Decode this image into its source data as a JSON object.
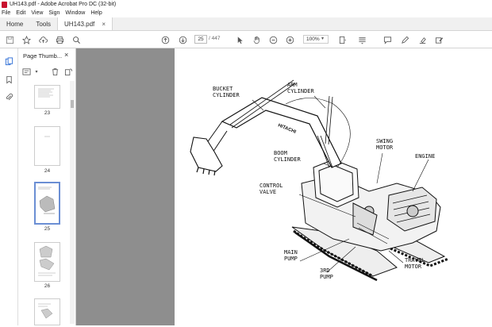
{
  "window": {
    "title": "UH143.pdf - Adobe Acrobat Pro DC (32-bit)"
  },
  "menu": [
    "File",
    "Edit",
    "View",
    "Sign",
    "Window",
    "Help"
  ],
  "tabs": {
    "home": "Home",
    "tools": "Tools",
    "document": "UH143.pdf",
    "close": "×"
  },
  "toolbar": {
    "page_current": "25",
    "page_total": "/ 447",
    "zoom": "100%"
  },
  "panel": {
    "title": "Page Thumb...",
    "close": "×",
    "thumbnails": [
      {
        "label": "23"
      },
      {
        "label": "24"
      },
      {
        "label": "25",
        "selected": true
      },
      {
        "label": "26"
      }
    ]
  },
  "figure": {
    "labels": {
      "bucket": "BUCKET\nCYLINDER",
      "arm": "ARM\nCYLINDER",
      "boom": "BOOM\nCYLINDER",
      "swing": "SWING\nMOTOR",
      "engine": "ENGINE",
      "control": "CONTROL\nVALVE",
      "main": "MAIN\nPUMP",
      "third": "3RD\nPUMP",
      "travel": "TRAVEL\nMOTOR",
      "brand": "HITACHI"
    }
  },
  "colors": {
    "accent": "#c8102e",
    "viewer_bg": "#8e8e8e",
    "selection": "#6b8fd4"
  }
}
